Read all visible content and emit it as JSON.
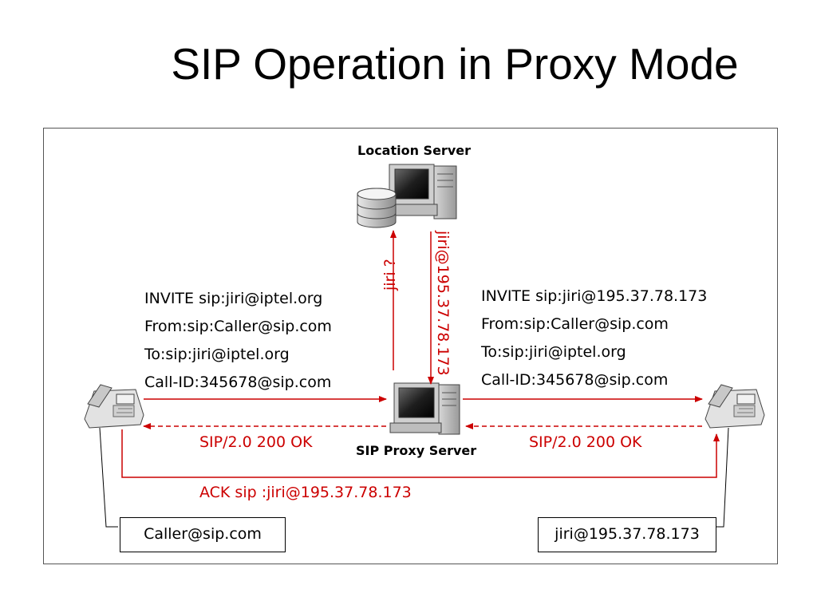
{
  "title": "SIP Operation in Proxy Mode",
  "location_server": {
    "label": "Location Server"
  },
  "proxy_server": {
    "label": "SIP Proxy Server"
  },
  "query_label": "jiri ?",
  "response_label": "jiri@195.37.78.173",
  "invite_left": {
    "lines": [
      "INVITE sip:jiri@iptel.org",
      "From:sip:Caller@sip.com",
      "To:sip:jiri@iptel.org",
      "Call-ID:345678@sip.com"
    ]
  },
  "invite_right": {
    "lines": [
      "INVITE sip:jiri@195.37.78.173",
      "From:sip:Caller@sip.com",
      "To:sip:jiri@iptel.org",
      "Call-ID:345678@sip.com"
    ]
  },
  "ok_left": "SIP/2.0 200 OK",
  "ok_right": "SIP/2.0 200 OK",
  "ack": "ACK sip :jiri@195.37.78.173",
  "caller_box": "Caller@sip.com",
  "callee_box": "jiri@195.37.78.173",
  "colors": {
    "arrow": "#cc0000",
    "text_red": "#cc0000",
    "frame": "#555555"
  }
}
